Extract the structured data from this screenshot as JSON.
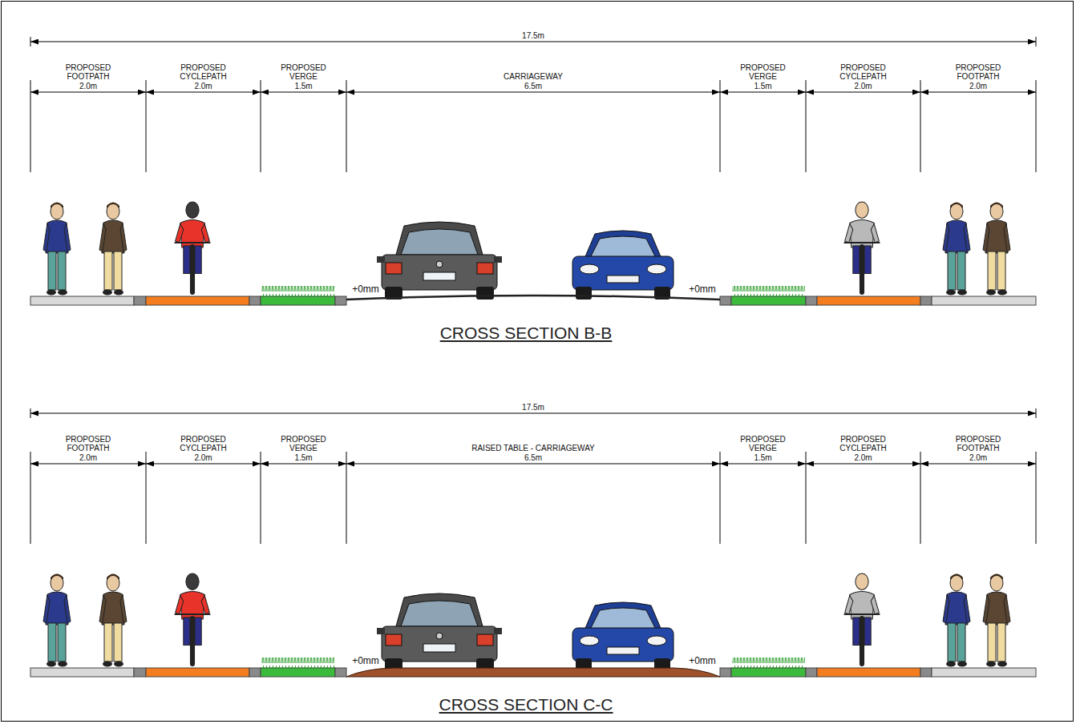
{
  "diagram": {
    "labels": [
      "17.5m",
      "PROPOSED FOOTPATH",
      "PROPOSED CYCLEPATH",
      "PROPOSED VERGE",
      "CARRIAGEWAY",
      "PROPOSED VERGE",
      "PROPOSED CYCLEPATH",
      "PROPOSED FOOTPATH",
      "2.0m",
      "2.0m",
      "1.5m",
      "6.5m",
      "1.5m",
      "2.0m",
      "2.0m",
      "+0mm",
      "+0mm",
      "CROSS SECTION B-B",
      "17.5m",
      "PROPOSED FOOTPATH",
      "PROPOSED CYCLEPATH",
      "PROPOSED VERGE",
      "RAISED TABLE - CARRIAGEWAY",
      "PROPOSED VERGE",
      "PROPOSED CYCLEPATH",
      "PROPOSED FOOTPATH",
      "2.0m",
      "2.0m",
      "1.5m",
      "6.5m",
      "1.5m",
      "2.0m",
      "2.0m",
      "+0mm",
      "+0mm",
      "CROSS SECTION C-C"
    ]
  }
}
